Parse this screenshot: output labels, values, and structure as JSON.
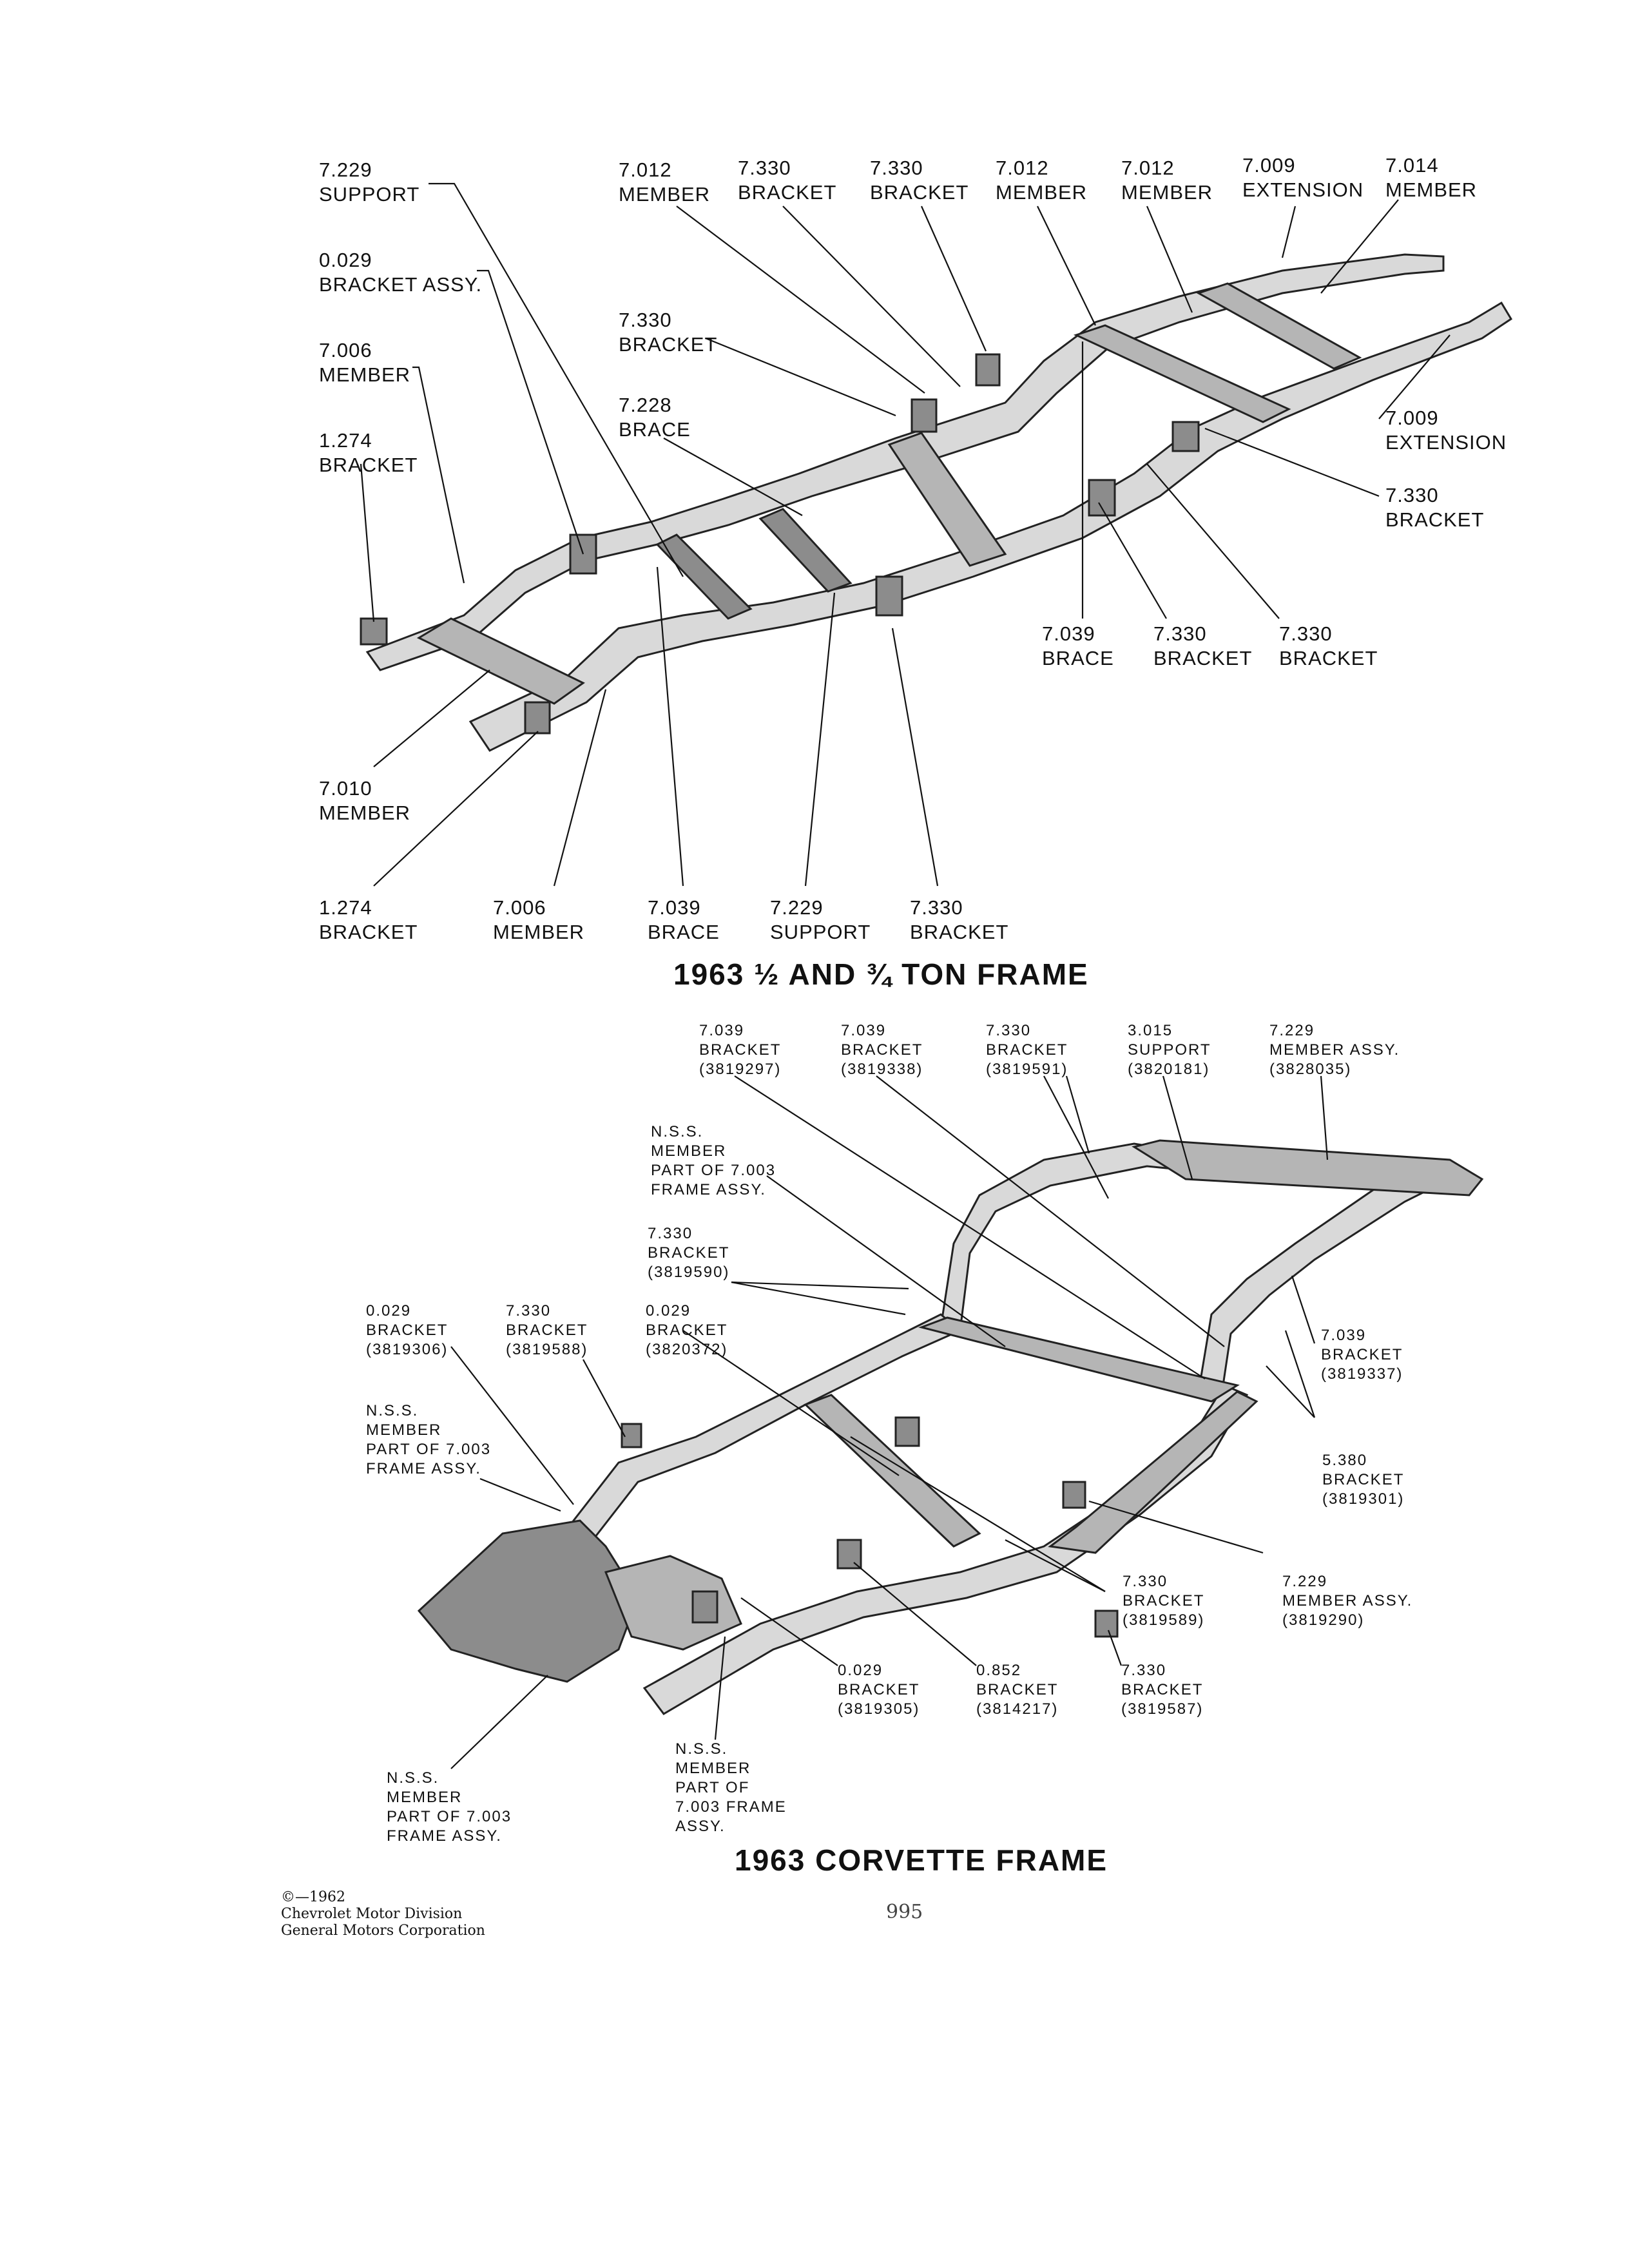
{
  "truck": {
    "title": "1963 ½ AND ¾ TON FRAME",
    "labels": [
      {
        "num": "7.229",
        "name": "SUPPORT"
      },
      {
        "num": "0.029",
        "name": "BRACKET ASSY."
      },
      {
        "num": "7.006",
        "name": "MEMBER"
      },
      {
        "num": "1.274",
        "name": "BRACKET"
      },
      {
        "num": "7.012",
        "name": "MEMBER"
      },
      {
        "num": "7.330",
        "name": "BRACKET"
      },
      {
        "num": "7.330",
        "name": "BRACKET"
      },
      {
        "num": "7.012",
        "name": "MEMBER"
      },
      {
        "num": "7.012",
        "name": "MEMBER"
      },
      {
        "num": "7.009",
        "name": "EXTENSION"
      },
      {
        "num": "7.014",
        "name": "MEMBER"
      },
      {
        "num": "7.330",
        "name": "BRACKET"
      },
      {
        "num": "7.228",
        "name": "BRACE"
      },
      {
        "num": "7.009",
        "name": "EXTENSION"
      },
      {
        "num": "7.330",
        "name": "BRACKET"
      },
      {
        "num": "7.039",
        "name": "BRACE"
      },
      {
        "num": "7.330",
        "name": "BRACKET"
      },
      {
        "num": "7.330",
        "name": "BRACKET"
      },
      {
        "num": "7.010",
        "name": "MEMBER"
      },
      {
        "num": "1.274",
        "name": "BRACKET"
      },
      {
        "num": "7.006",
        "name": "MEMBER"
      },
      {
        "num": "7.039",
        "name": "BRACE"
      },
      {
        "num": "7.229",
        "name": "SUPPORT"
      },
      {
        "num": "7.330",
        "name": "BRACKET"
      }
    ]
  },
  "corvette": {
    "title": "1963 CORVETTE FRAME",
    "labels": [
      {
        "lines": [
          "7.039",
          "BRACKET",
          "(3819297)"
        ]
      },
      {
        "lines": [
          "7.039",
          "BRACKET",
          "(3819338)"
        ]
      },
      {
        "lines": [
          "7.330",
          "BRACKET",
          "(3819591)"
        ]
      },
      {
        "lines": [
          "3.015",
          "SUPPORT",
          "(3820181)"
        ]
      },
      {
        "lines": [
          "7.229",
          "MEMBER ASSY.",
          "(3828035)"
        ]
      },
      {
        "lines": [
          "N.S.S.",
          "MEMBER",
          "PART OF 7.003",
          "FRAME ASSY."
        ]
      },
      {
        "lines": [
          "7.330",
          "BRACKET",
          "(3819590)"
        ]
      },
      {
        "lines": [
          "0.029",
          "BRACKET",
          "(3819306)"
        ]
      },
      {
        "lines": [
          "7.330",
          "BRACKET",
          "(3819588)"
        ]
      },
      {
        "lines": [
          "0.029",
          "BRACKET",
          "(3820372)"
        ]
      },
      {
        "lines": [
          "7.039",
          "BRACKET",
          "(3819337)"
        ]
      },
      {
        "lines": [
          "N.S.S.",
          "MEMBER",
          "PART OF 7.003",
          "FRAME ASSY."
        ]
      },
      {
        "lines": [
          "5.380",
          "BRACKET",
          "(3819301)"
        ]
      },
      {
        "lines": [
          "7.330",
          "BRACKET",
          "(3819589)"
        ]
      },
      {
        "lines": [
          "7.229",
          "MEMBER ASSY.",
          "(3819290)"
        ]
      },
      {
        "lines": [
          "0.029",
          "BRACKET",
          "(3819305)"
        ]
      },
      {
        "lines": [
          "0.852",
          "BRACKET",
          "(3814217)"
        ]
      },
      {
        "lines": [
          "7.330",
          "BRACKET",
          "(3819587)"
        ]
      },
      {
        "lines": [
          "N.S.S.",
          "MEMBER",
          "PART OF 7.003",
          "FRAME ASSY."
        ]
      },
      {
        "lines": [
          "N.S.S.",
          "MEMBER",
          "PART OF",
          "7.003 FRAME",
          "ASSY."
        ]
      }
    ]
  },
  "footer": {
    "copyright": [
      "©—1962",
      "Chevrolet Motor Division",
      "General Motors Corporation"
    ],
    "page_number": "995"
  }
}
